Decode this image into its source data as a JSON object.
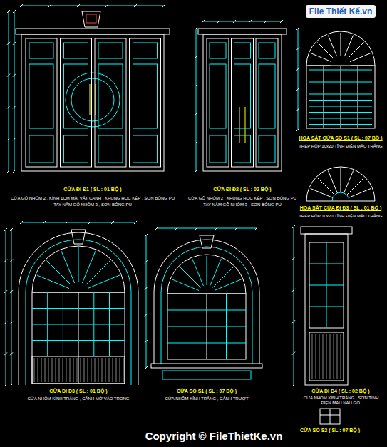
{
  "diagram": {
    "labels": [
      "File Thiết Kế.vn",
      "CỬA ĐI Đ1 ( SL : 01 BỘ )",
      "CỬA GỖ NHÓM 2 , KÍNH 1CM MÀI VÁT CẠNH , KHUNG HỌC KÉP , SƠN BÓNG PU",
      "TAY NẮM GỖ NHÓM 3 , SƠN BÓNG PU",
      "CỬA ĐI Đ2 ( SL : 02 BỘ )",
      "CỬA GỖ NHÓM 2 , KHUNG HỌC KÉP , SƠN BÓNG PU",
      "TAY NẮM GỖ NHÓM 3 , SƠN BÓNG PU",
      "HOA SẮT CỬA SỔ S1 ( SL : 07 BỘ )",
      "THÉP HỘP 10x20 TĨNH ĐIỆN MÀU TRẮNG",
      "HOA SẮT CỬA ĐI Đ3 ( SL : 01 BỘ )",
      "THÉP HỘP 10x20 TĨNH ĐIỆN MÀU TRẮNG",
      "CỬA ĐI Đ3 ( SL : 01 BỘ )",
      "CỬA NHÔM KÍNH TRẮNG , CÁNH MỞ VÀO TRONG",
      "CỬA SỔ S1 ( SL : 07 BỘ )",
      "CỬA NHÔM KÍNH TRẮNG , CÁNH TRƯỢT",
      "CỬA ĐI Đ4 ( SL : 02 BỘ )",
      "CỬA NHÔM KÍNH TRẮNG , SƠN TĨNH ĐIỆN MÀU NÂU GỖ",
      "CỬA SỔ S2 ( SL : 07 BỘ )",
      "Copyright © FileThietKe.vn"
    ]
  }
}
